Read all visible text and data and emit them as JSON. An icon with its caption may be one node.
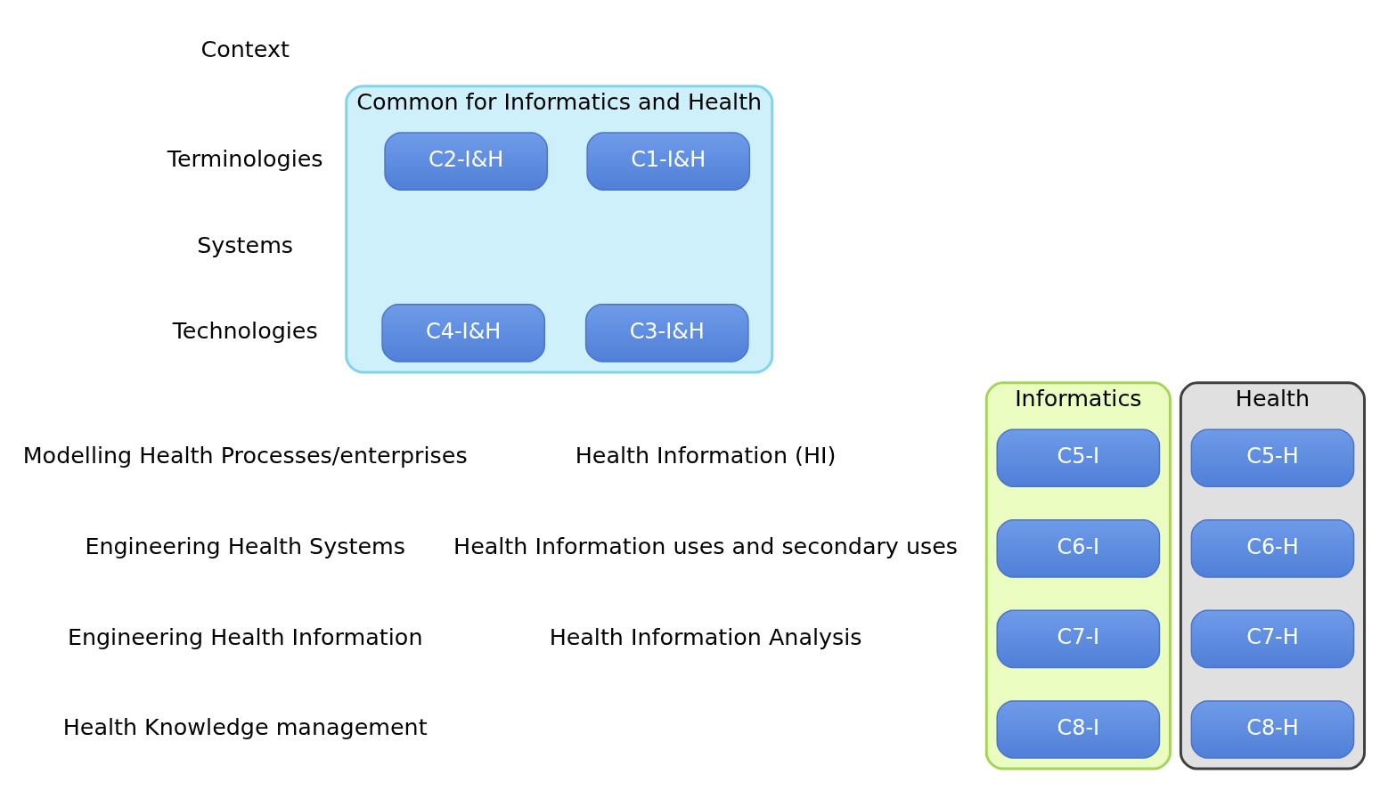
{
  "diagram": {
    "nodes": [
      {
        "text": [
          "Common for Informatics and Health"
        ]
      },
      {
        "text": [
          "C1-I&H"
        ],
        "in": 0
      },
      {
        "text": [
          "C2-I&H"
        ],
        "in": 0
      },
      {
        "text": [
          "C3-I&H"
        ],
        "in": 0
      },
      {
        "text": [
          "C4-I&H"
        ],
        "in": 0
      },
      {
        "text": [
          "Informatics"
        ]
      },
      {
        "text": [
          "C5-I"
        ],
        "in": 5
      },
      {
        "text": [
          "C6-I"
        ],
        "in": 5
      },
      {
        "text": [
          "C7-I"
        ],
        "in": 5
      },
      {
        "text": [
          "C8-I"
        ],
        "in": 5
      },
      {
        "text": [
          "Health"
        ]
      },
      {
        "text": [
          "C5-H"
        ],
        "in": 10
      },
      {
        "text": [
          "C6-H"
        ],
        "in": 10
      },
      {
        "text": [
          "C7-H"
        ],
        "in": 10
      },
      {
        "text": [
          "C8-H"
        ],
        "in": 10
      }
    ],
    "labels": [
      "Context",
      "Terminologies",
      "Systems",
      "Technologies",
      "Modelling Health Processes/enterprises",
      "Engineering Health Systems",
      "Engineering Health Information",
      "Health Knowledge management",
      "Health Information (HI)",
      "Health Information uses and secondary uses",
      "Health Information Analysis"
    ]
  }
}
